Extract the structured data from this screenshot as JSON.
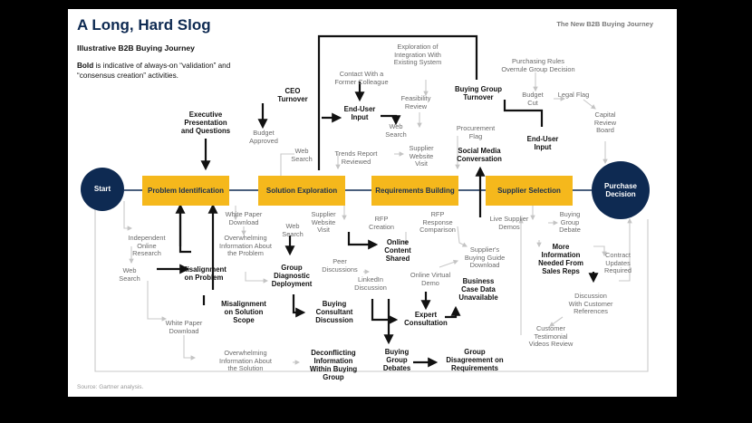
{
  "header": {
    "title": "A Long, Hard Slog",
    "subtitle": "Illustrative B2B Buying Journey",
    "note_bold": "Bold",
    "note_rest": " is indicative of always-on “validation” and “consensus creation” activities.",
    "brand": "The New B2B Buying Journey",
    "source": "Source: Gartner analysis."
  },
  "colors": {
    "stage": "#f5b81c",
    "circle": "#0e2a52",
    "bold_line": "#111111",
    "light_line": "#c9c9c9",
    "timeline": "#0e2a52"
  },
  "endpoints": {
    "start": "Start",
    "end": "Purchase Decision"
  },
  "stages": [
    {
      "id": "s1",
      "label": "Problem Identification"
    },
    {
      "id": "s2",
      "label": "Solution Exploration"
    },
    {
      "id": "s3",
      "label": "Requirements Building"
    },
    {
      "id": "s4",
      "label": "Supplier Selection"
    }
  ],
  "nodes": [
    {
      "id": "exec",
      "text": "Executive Presentation and Questions",
      "bold": true
    },
    {
      "id": "ceo",
      "text": "CEO Turnover",
      "bold": true
    },
    {
      "id": "budgetapp",
      "text": "Budget Approved",
      "bold": false
    },
    {
      "id": "websearch1",
      "text": "Web Search",
      "bold": false
    },
    {
      "id": "exploration",
      "text": "Exploration of Integration With Existing System",
      "bold": false
    },
    {
      "id": "contact",
      "text": "Contact With a Former Colleague",
      "bold": false
    },
    {
      "id": "enduser1",
      "text": "End-User Input",
      "bold": true
    },
    {
      "id": "websearch2",
      "text": "Web Search",
      "bold": false
    },
    {
      "id": "feasibility",
      "text": "Feasibility Review",
      "bold": false
    },
    {
      "id": "trends",
      "text": "Trends Report Reviewed",
      "bold": false
    },
    {
      "id": "supplierweb1",
      "text": "Supplier Website Visit",
      "bold": false
    },
    {
      "id": "bgturnover",
      "text": "Buying Group Turnover",
      "bold": true
    },
    {
      "id": "purchrules",
      "text": "Purchasing Rules Overrule Group Decision",
      "bold": false
    },
    {
      "id": "budgetcut",
      "text": "Budget Cut",
      "bold": false
    },
    {
      "id": "legal",
      "text": "Legal Flag",
      "bold": false
    },
    {
      "id": "procurement",
      "text": "Procurement Flag",
      "bold": false
    },
    {
      "id": "enduser2",
      "text": "End-User Input",
      "bold": true
    },
    {
      "id": "capital",
      "text": "Capital Review Board",
      "bold": false
    },
    {
      "id": "social",
      "text": "Social Media Conversation",
      "bold": true
    },
    {
      "id": "whitepaper1",
      "text": "White Paper Download",
      "bold": false
    },
    {
      "id": "websearch3",
      "text": "Web Search",
      "bold": false
    },
    {
      "id": "supplierweb2",
      "text": "Supplier Website Visit",
      "bold": false
    },
    {
      "id": "rfpcreation",
      "text": "RFP Creation",
      "bold": false
    },
    {
      "id": "rfpresponse",
      "text": "RFP Response Comparison",
      "bold": false
    },
    {
      "id": "livedemos",
      "text": "Live Supplier Demos",
      "bold": false
    },
    {
      "id": "bgdebate",
      "text": "Buying Group Debate",
      "bold": false
    },
    {
      "id": "indresearch",
      "text": "Independent Online Research",
      "bold": false
    },
    {
      "id": "overwhelm1",
      "text": "Overwhelming Information About the Problem",
      "bold": false
    },
    {
      "id": "onlinecontent",
      "text": "Online Content Shared",
      "bold": true
    },
    {
      "id": "peer",
      "text": "Peer Discussions",
      "bold": false
    },
    {
      "id": "guide",
      "text": "Supplier's Buying Guide Download",
      "bold": false
    },
    {
      "id": "moreinfo",
      "text": "More Information Needed From Sales Reps",
      "bold": true
    },
    {
      "id": "contract",
      "text": "Contract Updates Required",
      "bold": false
    },
    {
      "id": "websearch4",
      "text": "Web Search",
      "bold": false
    },
    {
      "id": "misalign1",
      "text": "Misalignment on Problem",
      "bold": true
    },
    {
      "id": "groupdiag",
      "text": "Group Diagnostic Deployment",
      "bold": true
    },
    {
      "id": "linkedin",
      "text": "LinkedIn Discussion",
      "bold": false
    },
    {
      "id": "onlinedemo",
      "text": "Online Virtual Demo",
      "bold": false
    },
    {
      "id": "bizcase",
      "text": "Business Case Data Unavailable",
      "bold": true
    },
    {
      "id": "customerref",
      "text": "Discussion With Customer References",
      "bold": false
    },
    {
      "id": "misalign2",
      "text": "Misalignment on Solution Scope",
      "bold": true
    },
    {
      "id": "consultant",
      "text": "Buying Consultant Discussion",
      "bold": true
    },
    {
      "id": "expert",
      "text": "Expert Consultation",
      "bold": true
    },
    {
      "id": "testimonial",
      "text": "Customer Testimonial Videos Review",
      "bold": false
    },
    {
      "id": "whitepaper2",
      "text": "White Paper Download",
      "bold": false
    },
    {
      "id": "overwhelm2",
      "text": "Overwhelming Information About the Solution",
      "bold": false
    },
    {
      "id": "deconflict",
      "text": "Deconflicting Information Within Buying Group",
      "bold": true
    },
    {
      "id": "bgdebates",
      "text": "Buying Group Debates",
      "bold": true
    },
    {
      "id": "groupdisagree",
      "text": "Group Disagreement on Requirements",
      "bold": true
    }
  ]
}
